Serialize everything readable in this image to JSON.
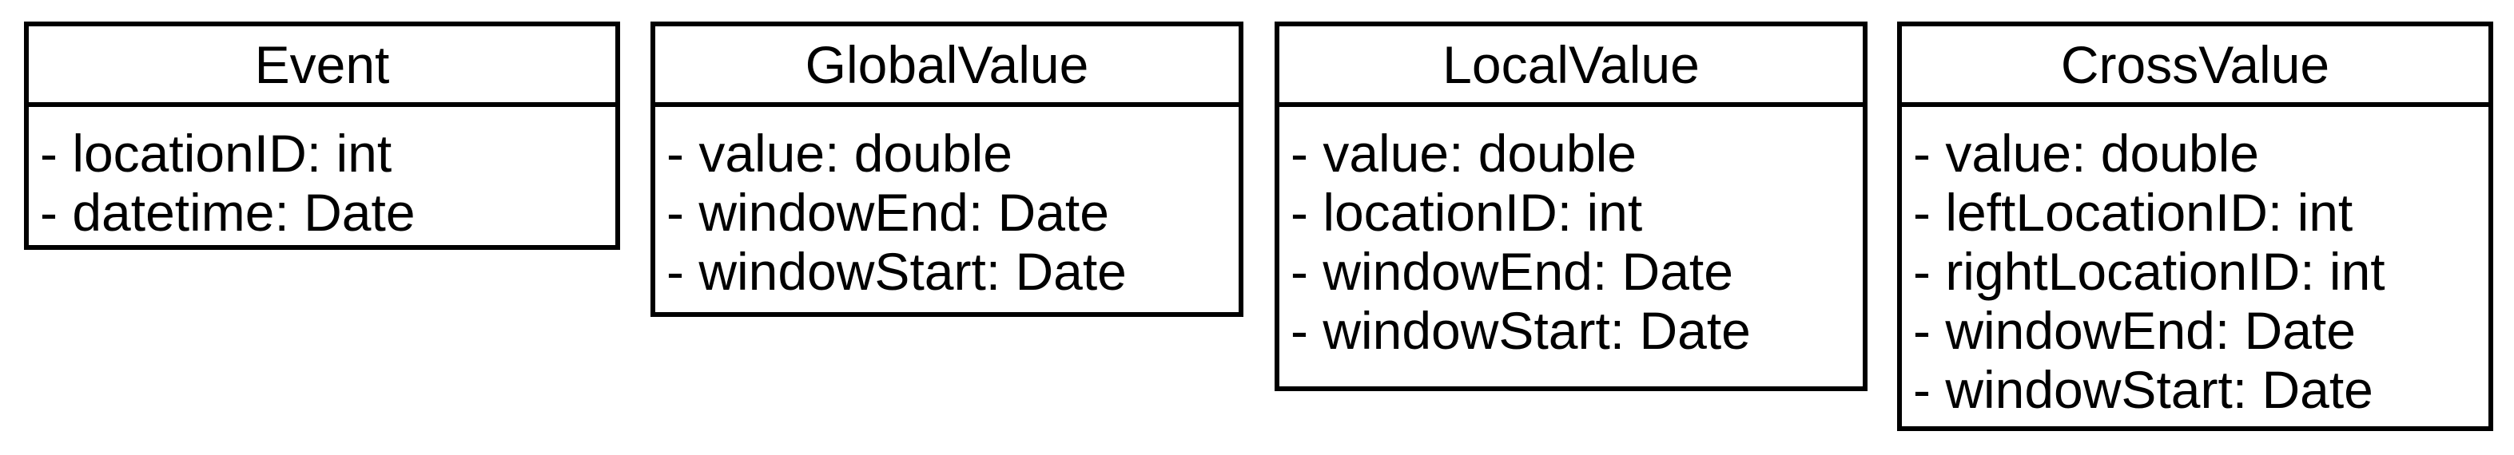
{
  "diagram": {
    "kind": "uml-class-diagram",
    "colors": {
      "background": "#ffffff",
      "border": "#000000",
      "text": "#000000"
    },
    "classes": [
      {
        "name": "Event",
        "attributes": [
          "- locationID: int",
          "- datetime: Date"
        ]
      },
      {
        "name": "GlobalValue",
        "attributes": [
          "- value: double",
          "- windowEnd: Date",
          "- windowStart: Date"
        ]
      },
      {
        "name": "LocalValue",
        "attributes": [
          "- value: double",
          "- locationID: int",
          "- windowEnd: Date",
          "- windowStart: Date"
        ]
      },
      {
        "name": "CrossValue",
        "attributes": [
          "- value: double",
          "- leftLocationID: int",
          "- rightLocationID: int",
          "- windowEnd: Date",
          "- windowStart: Date"
        ]
      }
    ]
  }
}
